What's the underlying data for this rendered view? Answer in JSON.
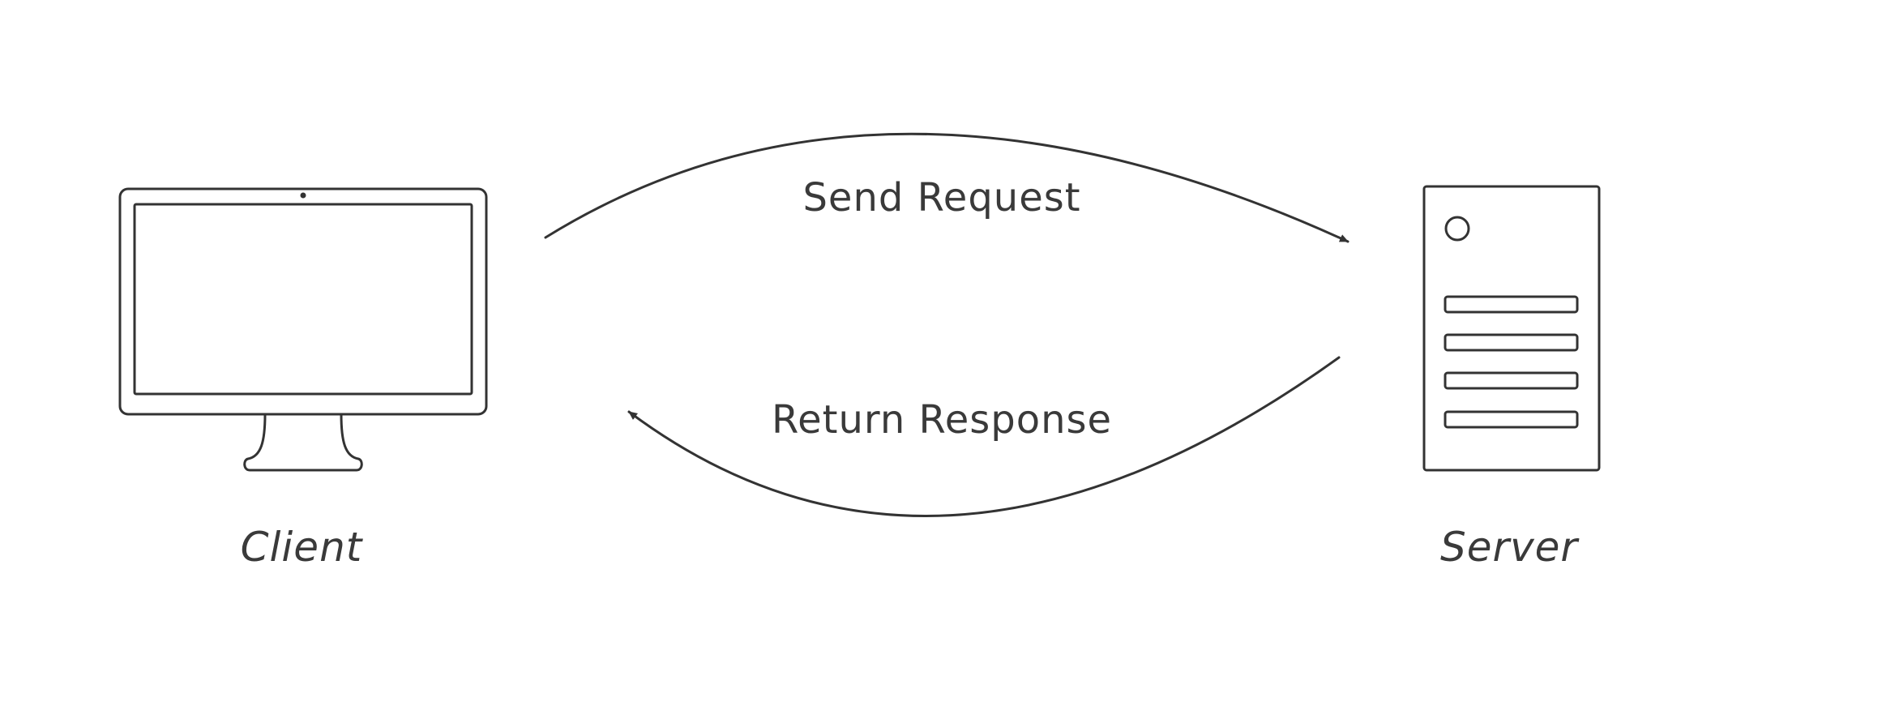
{
  "nodes": {
    "client": {
      "label": "Client",
      "icon": "monitor-icon"
    },
    "server": {
      "label": "Server",
      "icon": "server-tower-icon"
    }
  },
  "edges": {
    "request": {
      "label": "Send Request",
      "from": "client",
      "to": "server"
    },
    "response": {
      "label": "Return Response",
      "from": "server",
      "to": "client"
    }
  },
  "colors": {
    "stroke": "#333333",
    "text": "#3a3a3a",
    "background": "#ffffff"
  }
}
